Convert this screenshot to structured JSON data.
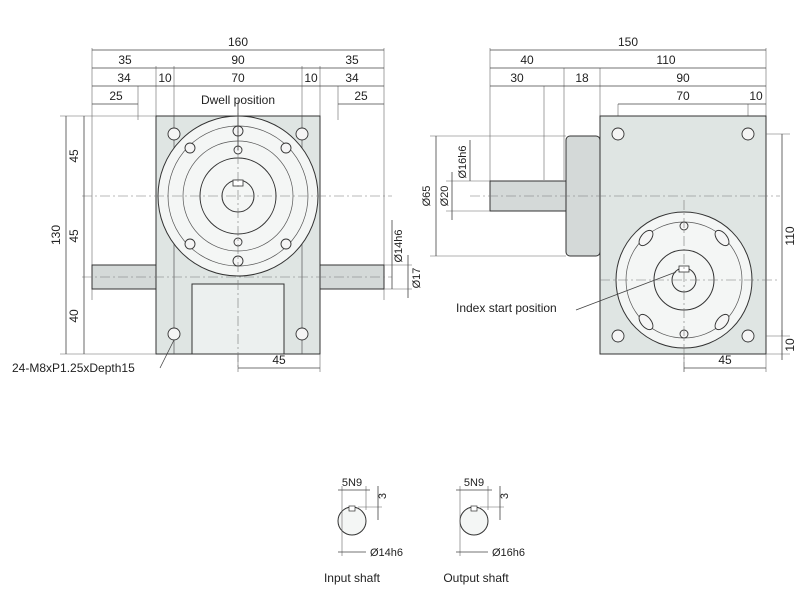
{
  "front_view": {
    "overall_width": "160",
    "left_35": "35",
    "center_90": "90",
    "right_35": "35",
    "left_34": "34",
    "left_10": "10",
    "center_70": "70",
    "right_10": "10",
    "right_34": "34",
    "left_25": "25",
    "right_25": "25",
    "dwell_label": "Dwell position",
    "height_130": "130",
    "upper_45": "45",
    "mid_45": "45",
    "lower_40": "40",
    "shaft_dia": "Ø14h6",
    "shaft_17": "Ø17",
    "bottom_45": "45",
    "tap_label": "24-M8xP1.25xDepth15"
  },
  "side_view": {
    "overall_width": "150",
    "left_40": "40",
    "right_110": "110",
    "left_30": "30",
    "mid_18": "18",
    "right_90": "90",
    "right_70": "70",
    "right_10": "10",
    "dia_16": "Ø16h6",
    "dia_65": "Ø65",
    "dia_20": "Ø20",
    "height_110": "110",
    "bottom_10": "10",
    "index_label": "Index start position",
    "bottom_45": "45"
  },
  "keyways": {
    "input": {
      "key": "5N9",
      "depth": "3",
      "dia": "Ø14h6",
      "caption": "Input shaft"
    },
    "output": {
      "key": "5N9",
      "depth": "3",
      "dia": "Ø16h6",
      "caption": "Output shaft"
    }
  }
}
